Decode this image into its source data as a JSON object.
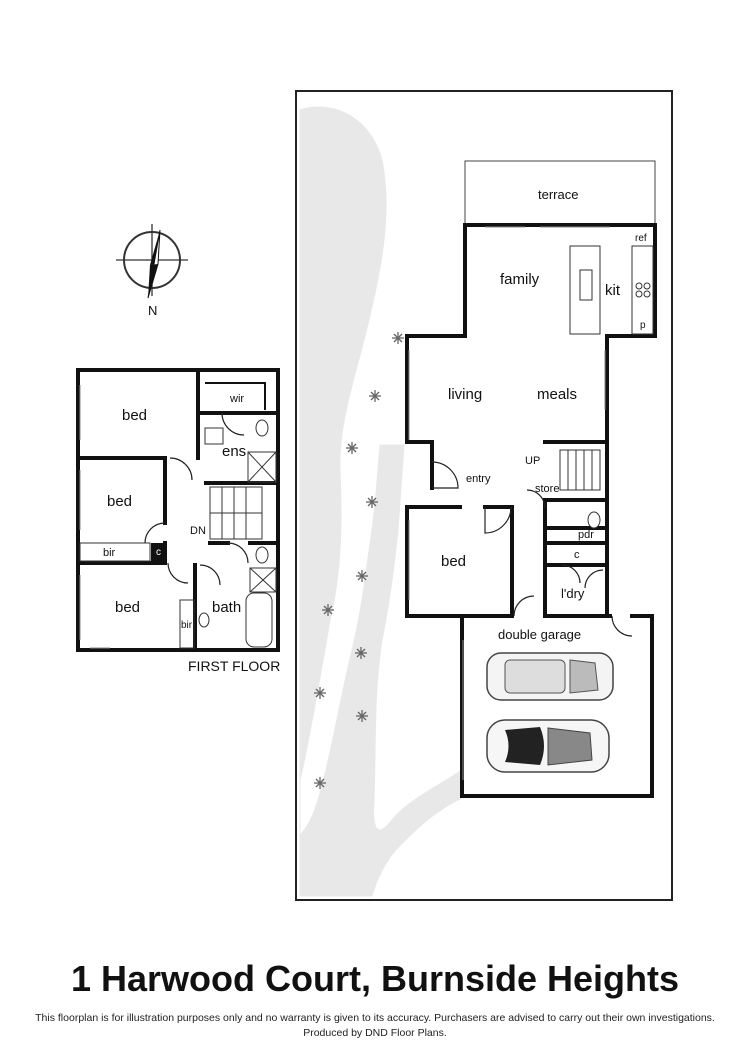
{
  "title": "1 Harwood Court, Burnside Heights",
  "disclaimer": {
    "line1": "This floorplan is for illustration purposes only and no warranty is given to its accuracy. Purchasers are advised to carry out their own investigations.",
    "line2": "Produced by DND Floor Plans."
  },
  "compass": {
    "north_label": "N"
  },
  "first_floor": {
    "caption": "FIRST FLOOR",
    "rooms": {
      "bed1": "bed",
      "bed2": "bed",
      "bed3": "bed",
      "wir": "wir",
      "ens": "ens",
      "dn": "DN",
      "bir1": "bir",
      "c": "c",
      "bath": "bath",
      "bir2": "bir"
    }
  },
  "ground_floor": {
    "rooms": {
      "terrace": "terrace",
      "ref": "ref",
      "family": "family",
      "kit": "kit",
      "p": "p",
      "living": "living",
      "meals": "meals",
      "up": "UP",
      "entry": "entry",
      "store": "store",
      "pdr": "pdr",
      "bed": "bed",
      "c": "c",
      "ldry": "l'dry",
      "garage": "double garage"
    }
  },
  "colors": {
    "wall": "#111111",
    "path": "#e6e6e6",
    "outline": "#222222"
  }
}
